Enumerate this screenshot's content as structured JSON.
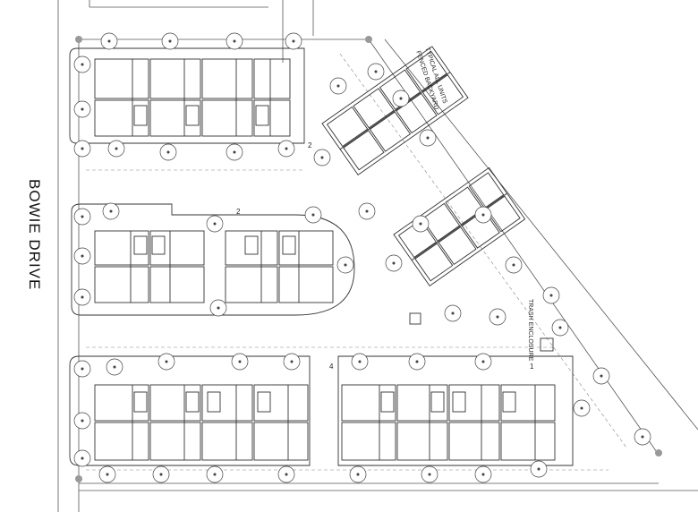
{
  "street_label": "BOWIE DRIVE",
  "notes": {
    "fence": "FENCED BACKYARD",
    "typical": "TYPICAL ALL UNITS",
    "trash": "TRASH ENCLOSURE"
  },
  "lot_numbers": [
    "2",
    "2",
    "4",
    "1"
  ],
  "colors": {
    "line": "#333333",
    "thin": "#777777",
    "paper": "#ffffff"
  },
  "icons": [
    "tree-symbol",
    "parking-space",
    "trash-enclosure-box",
    "property-corner-marker"
  ]
}
